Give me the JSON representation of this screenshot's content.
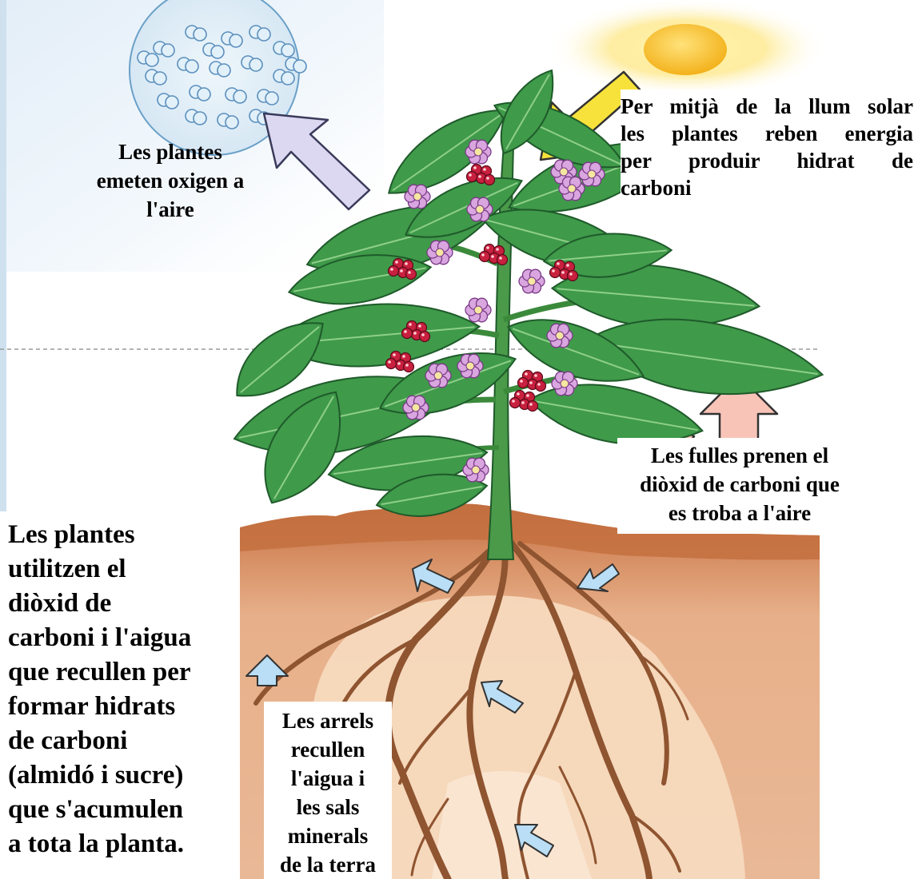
{
  "labels": {
    "oxygen": [
      "Les plantes",
      "emeten oxigen a",
      "l'aire"
    ],
    "sunlight": [
      "Per mitjà de la llum solar",
      "les plantes reben energia",
      "per produir hidrat de",
      "carboni"
    ],
    "co2": [
      "Les fulles prenen el",
      "diòxid de carboni que",
      "es troba a l'aire"
    ],
    "photosynthesis": [
      "Les plantes",
      "utilitzen el",
      "diòxid de",
      "carboni i l'aigua",
      "que recullen per",
      "formar hidrats",
      "de carboni",
      "(almidó i sucre)",
      "que s'acumulen",
      "a tota la planta."
    ],
    "roots": [
      "Les arrels",
      "recullen",
      "l'aigua i",
      "les sals",
      "minerals",
      "de la terra"
    ]
  },
  "colors": {
    "leaf": "#3f9a4a",
    "leaf_dark": "#1f5a2a",
    "stem": "#4a9a4a",
    "soil_top": "#c4703e",
    "soil_light": "#f7dbc0",
    "root": "#9a5a30",
    "flower": "#d9a6e0",
    "berry": "#c8203e",
    "sun": "#f6c12c",
    "oxygen_arrow": "#d8d4ef",
    "sun_arrow": "#f7e23b",
    "co2_arrow": "#f8c4b8",
    "water_arrow": "#b9def5"
  }
}
